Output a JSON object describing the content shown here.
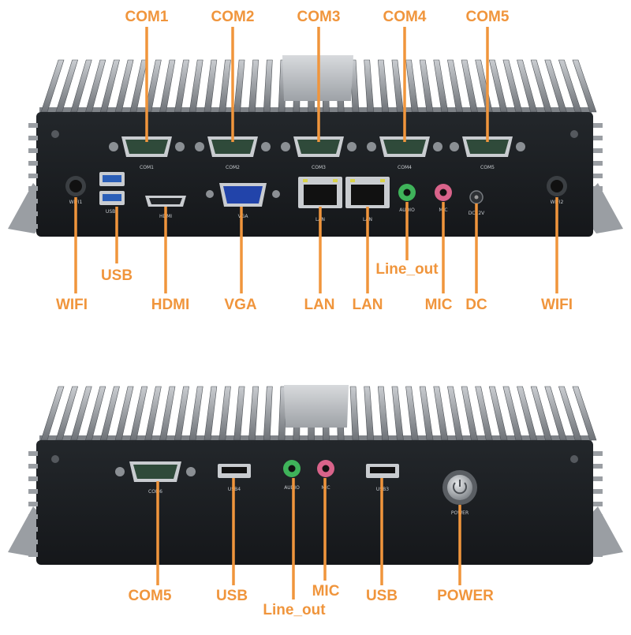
{
  "colors": {
    "callout_text": "#f0953c",
    "leader_line": "#f0953c",
    "chassis_face": "#1b1e21",
    "chassis_fins": "#8d9196",
    "audio_green": "#3fb35a",
    "audio_pink": "#d9638a",
    "vga_blue": "#2244aa"
  },
  "front_panel": {
    "port_labels": {
      "com1": "COM1",
      "com2": "COM2",
      "com3": "COM3",
      "com4": "COM4",
      "com5": "COM5",
      "usb": "USB1",
      "hdmi": "HDMI",
      "vga": "VGA",
      "lan1": "LAN",
      "lan2": "LAN",
      "audio": "AUDIO",
      "mic": "MIC",
      "dc": "DC12V",
      "wifi1": "WIFI1",
      "wifi2": "WIFI2"
    },
    "callouts": {
      "com1": "COM1",
      "com2": "COM2",
      "com3": "COM3",
      "com4": "COM4",
      "com5": "COM5",
      "usb": "USB",
      "wifi_left": "WIFI",
      "hdmi": "HDMI",
      "vga": "VGA",
      "lan1": "LAN",
      "lan2": "LAN",
      "line_out": "Line_out",
      "mic": "MIC",
      "dc": "DC",
      "wifi_right": "WIFI"
    }
  },
  "rear_panel": {
    "port_labels": {
      "com6": "COM6",
      "usb4": "USB4",
      "audio": "AUDIO",
      "mic": "MIC",
      "usb3": "USB3",
      "power": "POWER"
    },
    "callouts": {
      "com5": "COM5",
      "usb_left": "USB",
      "mic": "MIC",
      "line_out": "Line_out",
      "usb_right": "USB",
      "power": "POWER"
    }
  }
}
